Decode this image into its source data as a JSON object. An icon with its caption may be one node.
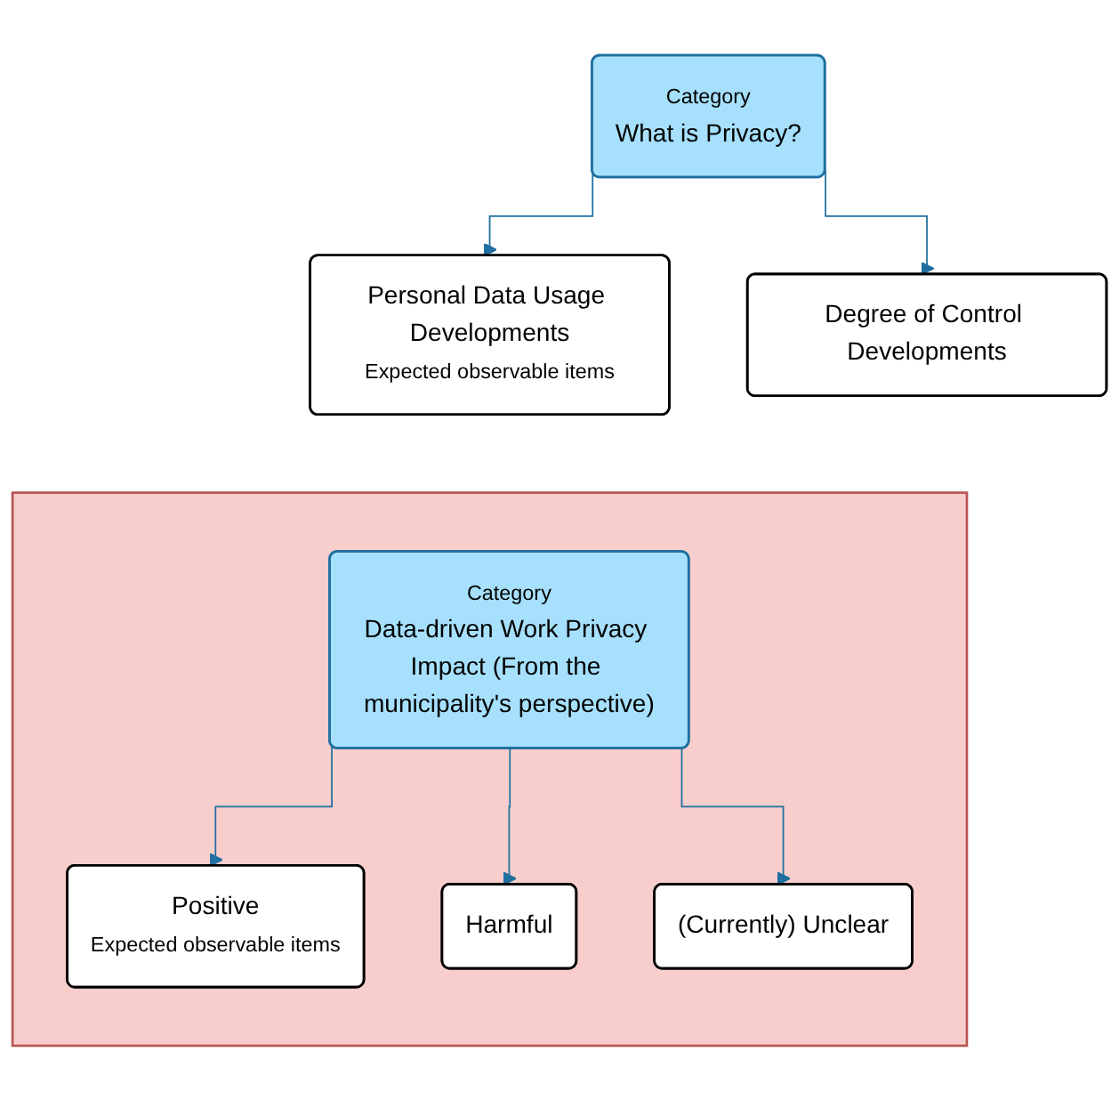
{
  "diagram": {
    "nodes": [
      {
        "text": [
          "Category",
          "What is Privacy?"
        ]
      },
      {
        "text": [
          "Personal Data Usage Developments",
          "Expected observable items"
        ]
      },
      {
        "text": [
          "Degree of Control Developments"
        ]
      },
      {
        "text": [],
        "shape": "box"
      },
      {
        "text": [
          "Category",
          "Data-driven Work Privacy Impact (From the municipality's perspective)"
        ],
        "in": 3
      },
      {
        "text": [
          "Positive",
          "Expected observable items"
        ],
        "in": 3
      },
      {
        "text": [
          "Harmful"
        ],
        "in": 3
      },
      {
        "text": [
          "(Currently) Unclear"
        ],
        "in": 3
      }
    ],
    "edges": [
      {
        "from": 0,
        "to": 1,
        "arrow": "to"
      },
      {
        "from": 0,
        "to": 2,
        "arrow": "to"
      },
      {
        "from": 4,
        "to": 5,
        "arrow": "to"
      },
      {
        "from": 4,
        "to": 6,
        "arrow": "to"
      },
      {
        "from": 4,
        "to": 7,
        "arrow": "to"
      }
    ]
  }
}
